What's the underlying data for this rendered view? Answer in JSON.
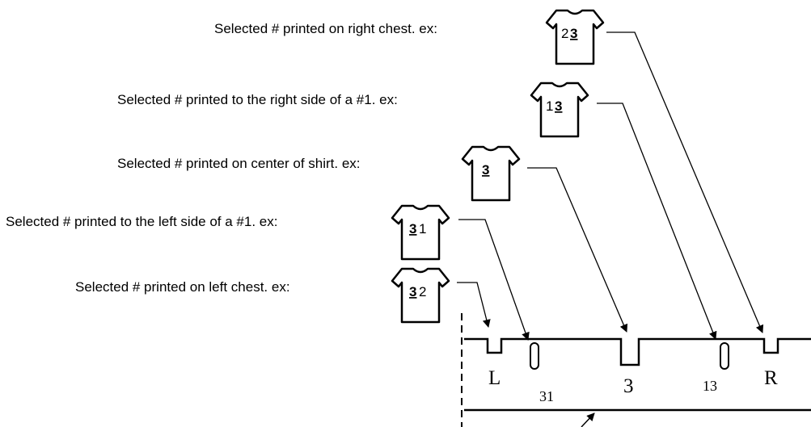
{
  "rows": [
    {
      "id": "right-chest",
      "label": "Selected # printed on right chest. ex:",
      "shirt_main": "2",
      "shirt_selected": "3",
      "selected_side": "right"
    },
    {
      "id": "right-of-1",
      "label": "Selected # printed to the right side of a #1. ex:",
      "shirt_main": "1",
      "shirt_selected": "3",
      "selected_side": "right"
    },
    {
      "id": "center",
      "label": "Selected # printed on center of shirt. ex:",
      "shirt_main": "",
      "shirt_selected": "3",
      "selected_side": "center"
    },
    {
      "id": "left-of-1",
      "label": "Selected # printed to the left side of a #1. ex:",
      "shirt_main": "1",
      "shirt_selected": "3",
      "selected_side": "left"
    },
    {
      "id": "left-chest",
      "label": "Selected # printed on left chest. ex:",
      "shirt_main": "2",
      "shirt_selected": "3",
      "selected_side": "left"
    }
  ],
  "slots": {
    "left": "L",
    "left_of_1": "31",
    "center": "3",
    "right_of_1": "13",
    "right": "R"
  },
  "colors": {
    "line": "#000000",
    "background": "#ffffff"
  }
}
